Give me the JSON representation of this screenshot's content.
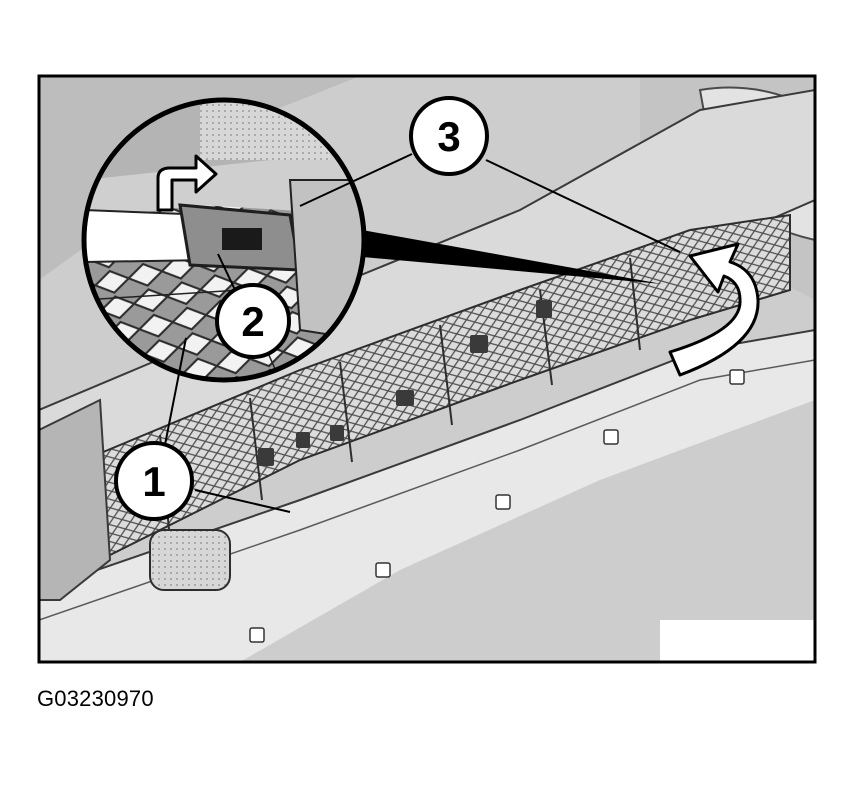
{
  "figure": {
    "id_caption": "G03230970",
    "callouts": [
      {
        "label": "1"
      },
      {
        "label": "2"
      },
      {
        "label": "3"
      }
    ]
  },
  "colors": {
    "background": "#ffffff",
    "frame": "#000000",
    "scene_gray": "#cfcfcf",
    "panel_light": "#e9e9e9",
    "panel_dark": "#8c8c8c",
    "mesh": "#5a5a5a"
  }
}
